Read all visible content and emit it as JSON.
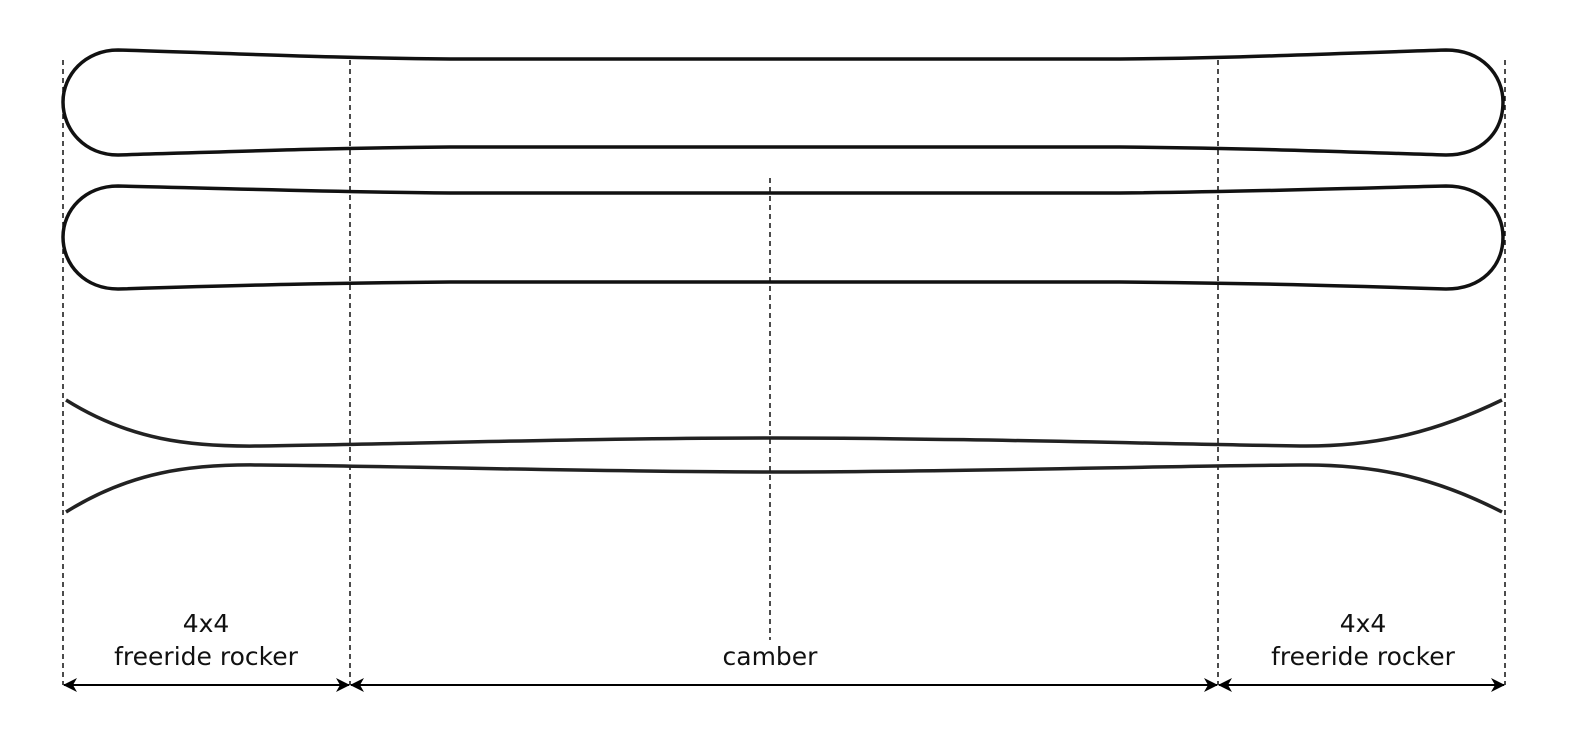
{
  "diagram": {
    "left_zone": {
      "line1": "4x4",
      "line2": "freeride rocker"
    },
    "center_zone": {
      "label": "camber"
    },
    "right_zone": {
      "line1": "4x4",
      "line2": "freeride rocker"
    },
    "colors": {
      "stroke": "#111111",
      "background": "#ffffff"
    }
  }
}
